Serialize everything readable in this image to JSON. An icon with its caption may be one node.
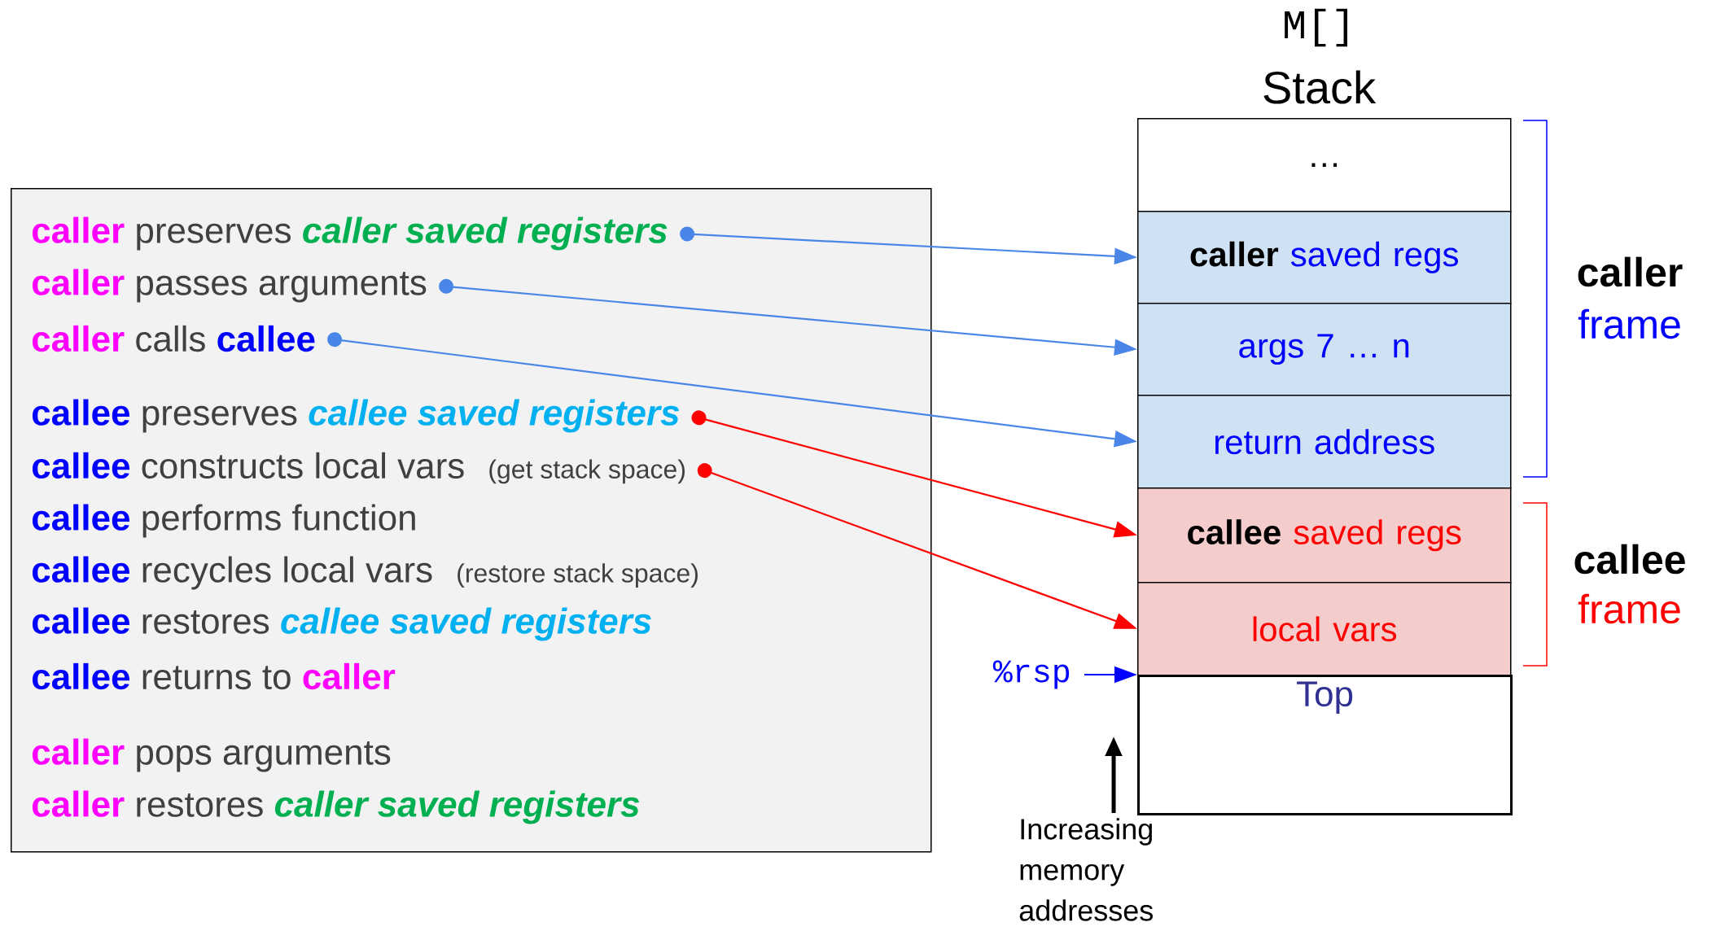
{
  "diagram": {
    "nodes": [
      {
        "text": [],
        "shape": "box"
      },
      {
        "text": [
          "caller",
          "preserves",
          "caller saved registers"
        ],
        "in": 0
      },
      {
        "text": [
          "caller",
          "passes arguments"
        ],
        "in": 0
      },
      {
        "text": [
          "caller",
          "calls",
          "callee"
        ],
        "in": 0
      },
      {
        "text": [
          "callee",
          "preserves",
          "callee saved registers"
        ],
        "in": 0
      },
      {
        "text": [
          "callee",
          "constructs local vars",
          "(get stack space)"
        ],
        "in": 0
      },
      {
        "text": [
          "callee",
          "performs function"
        ],
        "in": 0
      },
      {
        "text": [
          "callee",
          "recycles local vars",
          "(restore stack space)"
        ],
        "in": 0
      },
      {
        "text": [
          "callee",
          "restores",
          "callee saved registers"
        ],
        "in": 0
      },
      {
        "text": [
          "callee",
          "returns to",
          "caller"
        ],
        "in": 0
      },
      {
        "text": [
          "caller",
          "pops arguments"
        ],
        "in": 0
      },
      {
        "text": [
          "caller",
          "restores",
          "caller saved registers"
        ],
        "in": 0
      },
      {
        "text": [
          "…"
        ]
      },
      {
        "text": [
          "caller",
          "saved regs"
        ]
      },
      {
        "text": [
          "args 7 … n"
        ]
      },
      {
        "text": [
          "return address"
        ]
      },
      {
        "text": [
          "callee",
          "saved regs"
        ]
      },
      {
        "text": [
          "local vars"
        ]
      },
      {
        "text": [
          "Top"
        ]
      },
      {
        "text": [
          "%rsp"
        ]
      }
    ],
    "edges": [
      {
        "from": 1,
        "to": 13,
        "arrow": "to"
      },
      {
        "from": 2,
        "to": 14,
        "arrow": "to"
      },
      {
        "from": 3,
        "to": 15,
        "arrow": "to"
      },
      {
        "from": 4,
        "to": 16,
        "arrow": "to",
        "color": "#ff0000"
      },
      {
        "from": 5,
        "to": 17,
        "arrow": "to",
        "color": "#ff0000"
      },
      {
        "from": 19,
        "to": 18,
        "arrow": "to",
        "color": "#0000ff"
      }
    ],
    "labels": [
      "M[]",
      "Stack",
      "caller",
      "frame",
      "callee",
      "frame",
      "Increasing memory addresses"
    ]
  }
}
